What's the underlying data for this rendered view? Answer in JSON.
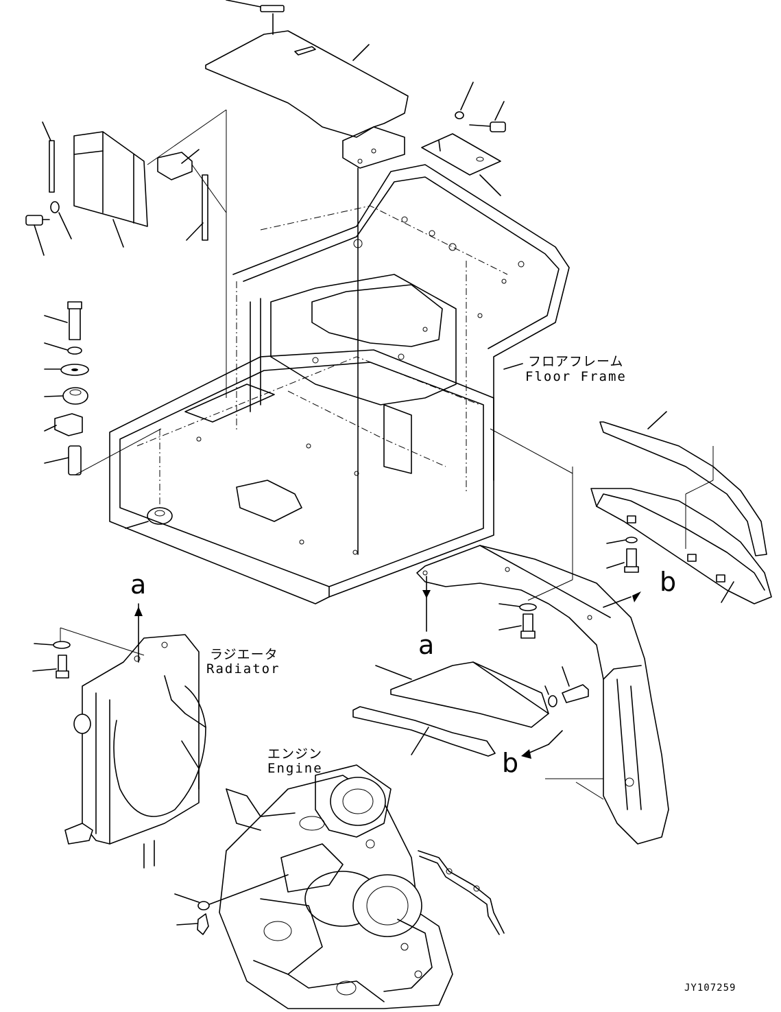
{
  "labels": {
    "floor_frame_jp": "フロアフレーム",
    "floor_frame_en": "Floor Frame",
    "radiator_jp": "ラジエータ",
    "radiator_en": "Radiator",
    "engine_jp": "エンジン",
    "engine_en": "Engine",
    "view_a_top": "a",
    "view_a_bottom": "a",
    "view_b_top": "b",
    "view_b_bottom": "b",
    "drawing_code": "JY107259"
  }
}
